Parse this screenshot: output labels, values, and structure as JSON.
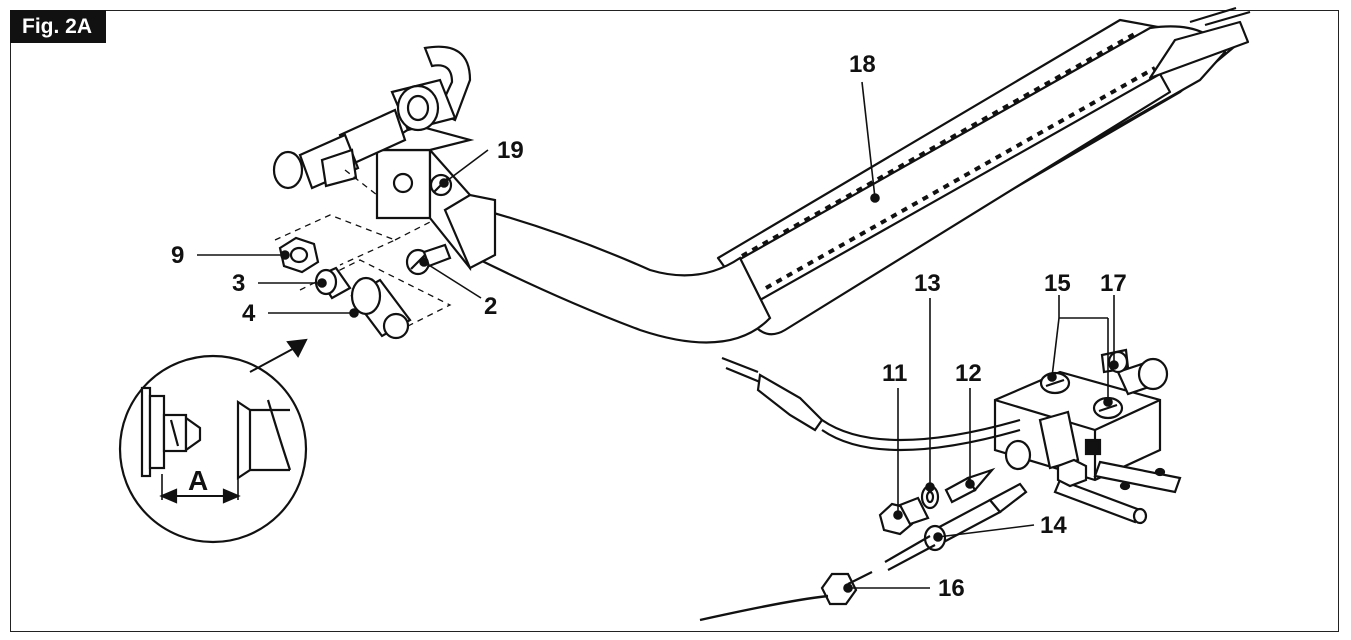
{
  "figure": {
    "label": "Fig. 2A"
  },
  "callouts": {
    "c18": "18",
    "c19": "19",
    "c9": "9",
    "c3": "3",
    "c4": "4",
    "c2": "2",
    "c13": "13",
    "c15": "15",
    "c17": "17",
    "c11": "11",
    "c12": "12",
    "c14": "14",
    "c16": "16"
  },
  "detail": {
    "dimension_label": "A"
  }
}
